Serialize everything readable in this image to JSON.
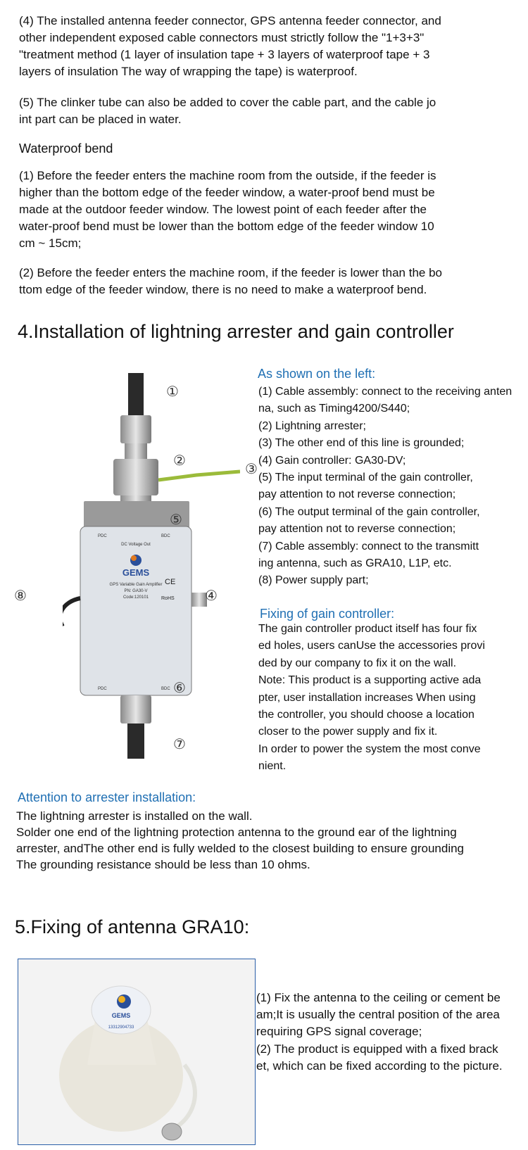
{
  "waterproof_intro": {
    "p4": [
      "(4) The installed antenna feeder connector, GPS antenna feeder connector, and",
      "other independent exposed cable connectors must strictly follow the \"1+3+3\"",
      "\"treatment method (1 layer of insulation tape + 3 layers of waterproof tape + 3",
      "layers of insulation The way of wrapping the tape) is waterproof."
    ],
    "p5": [
      "(5) The clinker tube can also be added to cover the cable part, and the cable jo",
      "int part can be placed in water."
    ]
  },
  "waterproof_bend": {
    "title": "Waterproof bend",
    "p1": [
      "(1) Before the feeder enters the machine room from the outside, if the feeder is",
      "higher than the bottom edge of the feeder window, a water-proof bend must be",
      "made at the outdoor feeder window. The lowest point of each feeder after the",
      "water-proof bend must be lower than the bottom edge of the feeder window 10",
      "cm ~ 15cm;"
    ],
    "p2": [
      "(2) Before the feeder enters the machine room, if the feeder is lower than the bo",
      "ttom edge of the feeder window, there is no need to make a waterproof bend."
    ]
  },
  "section4": {
    "title": "4.Installation of lightning arrester and gain controller",
    "callouts": {
      "c1": "①",
      "c2": "②",
      "c3": "③",
      "c4": "④",
      "c5": "⑤",
      "c6": "⑥",
      "c7": "⑦",
      "c8": "⑧"
    },
    "device_labels": {
      "brand": "GEMS",
      "product": "GPS Variable Gain Amplifier",
      "pn": "PN: GA30-V",
      "code": "Code:120101",
      "pdc": "PDC",
      "bdc": "BDC",
      "dc_out": "DC Voltage Out",
      "ce": "CE",
      "rohs": "RoHS"
    },
    "shown_title": "As shown on the left:",
    "shown_lines": [
      "(1) Cable assembly: connect to the receiving anten",
      "na, such as Timing4200/S440;",
      "(2) Lightning arrester;",
      "(3) The other end of this line is grounded;",
      "(4) Gain controller: GA30-DV;",
      "(5) The input terminal of the gain controller,",
      "pay attention to not reverse connection;",
      "(6) The output terminal of the gain controller,",
      "pay attention not to reverse connection;",
      "(7) Cable assembly: connect to the transmitt",
      "ing antenna, such as GRA10, L1P, etc.",
      "(8) Power supply part;"
    ],
    "fixing_title": "Fixing of gain controller:",
    "fixing_lines": [
      "The gain controller product itself has four fix",
      "ed holes, users canUse the accessories provi",
      "ded by our company to fix it on the wall.",
      "Note: This product is a supporting active ada",
      "pter, user installation increases  When using",
      "the controller, you should choose a location",
      "closer to the power supply and fix it.",
      "In order to power the system the most conve",
      "nient."
    ]
  },
  "attention": {
    "title": "Attention to arrester installation:",
    "lines": [
      "The lightning arrester is installed on the wall.",
      "Solder one end of the lightning protection antenna to the ground ear of the lightning",
      "arrester, andThe other end is fully welded to the closest building to ensure grounding",
      "The grounding resistance should be less than 10 ohms."
    ]
  },
  "section5": {
    "title": "5.Fixing of antenna GRA10:",
    "antenna_label": {
      "brand": "GEMS",
      "phone": "13312904733"
    },
    "p1": [
      "(1) Fix the antenna to the ceiling or cement be",
      "am;It is usually the central position of the area",
      "requiring GPS signal coverage;"
    ],
    "p2": [
      " (2) The product is equipped with a fixed brack",
      "et, which can be fixed according to the picture."
    ]
  },
  "colors": {
    "accent_blue": "#1f6fb3",
    "box_border": "#2b5fa8"
  }
}
